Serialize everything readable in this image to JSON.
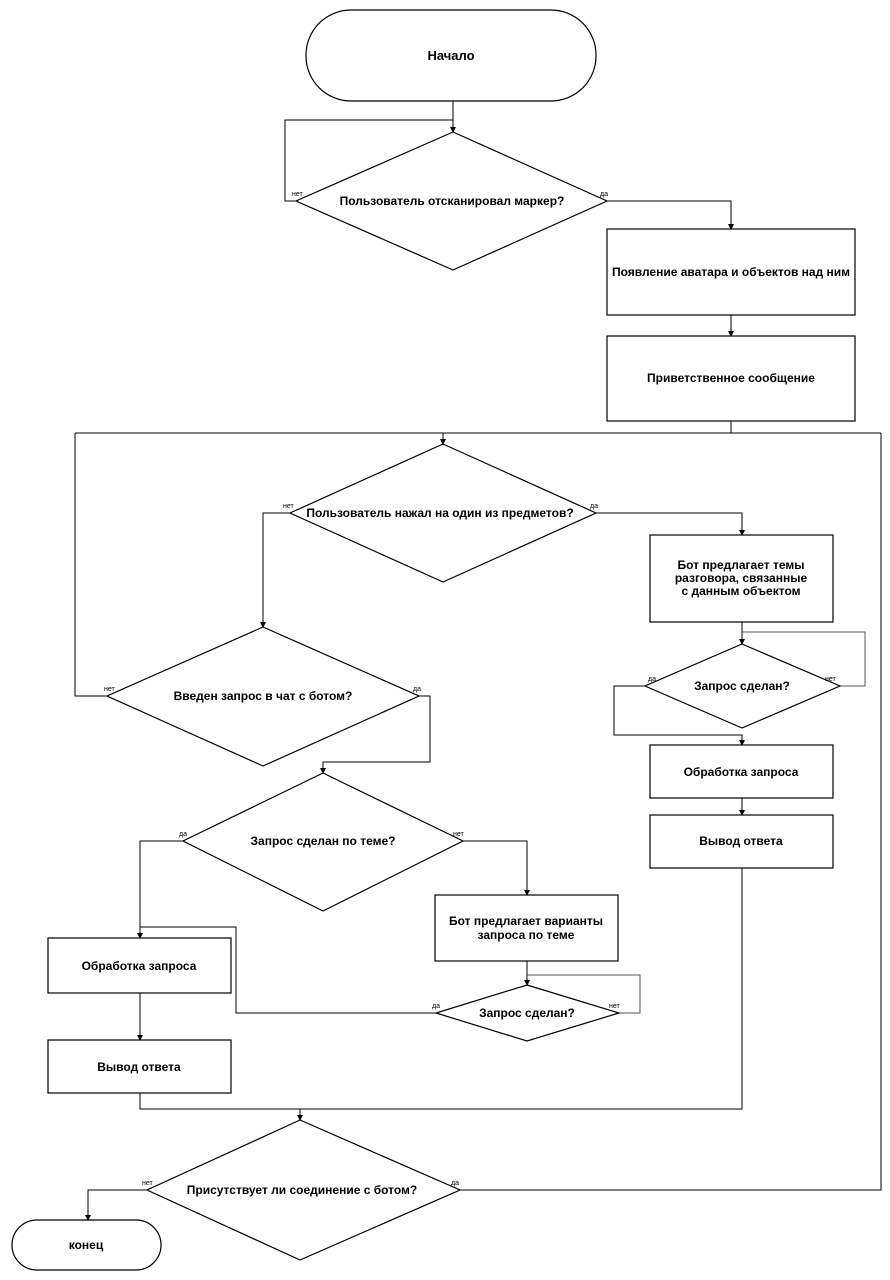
{
  "nodes": {
    "start": "Начало",
    "q_scanned": "Пользователь отсканировал маркер?",
    "avatar": "Появление аватара и объектов над ним",
    "greeting": "Приветственное сообщение",
    "q_clicked": "Пользователь нажал на один из предметов?",
    "topics": [
      "Бот предлагает темы",
      "разговора, связанные",
      "с данным объектом"
    ],
    "q_request_made_right": "Запрос сделан?",
    "process_right": "Обработка запроса",
    "output_right": "Вывод ответа",
    "q_chat": "Введен запрос в чат с ботом?",
    "q_on_topic": "Запрос сделан по теме?",
    "variants": [
      "Бот предлагает варианты",
      "запроса по теме"
    ],
    "q_request_made_mid": "Запрос сделан?",
    "process_left": "Обработка запроса",
    "output_left": "Вывод ответа",
    "q_connection": "Присутствует ли соединение с ботом?",
    "end": "конец"
  },
  "edge_labels": {
    "scanned_no": "нет",
    "scanned_yes": "да",
    "clicked_no": "нет",
    "clicked_yes": "да",
    "right_yes": "да",
    "right_no": "нет",
    "chat_no": "нет",
    "chat_yes": "да",
    "topic_yes": "да",
    "topic_no": "нет",
    "mid_yes": "да",
    "mid_no": "нет",
    "conn_no": "нет",
    "conn_yes": "да"
  }
}
